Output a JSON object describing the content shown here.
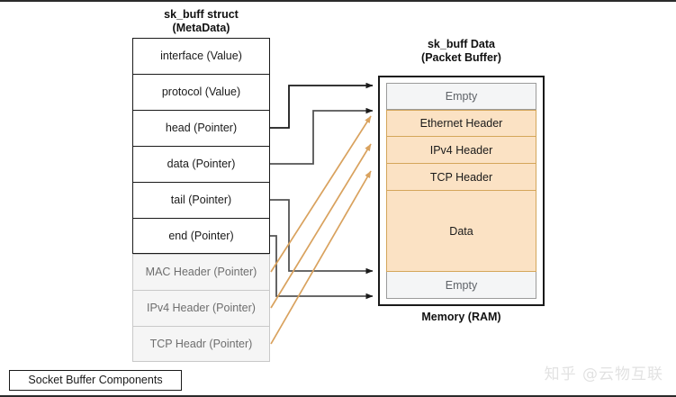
{
  "diagram": {
    "caption": "Socket Buffer Components",
    "watermark": "知乎 @云物互联",
    "colors": {
      "filled_fill": "#fbe2c4",
      "filled_border": "#d4a65a",
      "empty_fill": "#f4f5f6",
      "empty_border": "#9b9b9b",
      "pointer_arrow": "#1a1a1a",
      "header_arrow": "#d9a25e",
      "muted_text": "#6e6e6e"
    }
  },
  "struct_panel": {
    "title": "sk_buff struct\n(MetaData)",
    "rows": [
      {
        "label": "interface (Value)",
        "style": "solid"
      },
      {
        "label": "protocol (Value)",
        "style": "solid"
      },
      {
        "label": "head (Pointer)",
        "style": "solid"
      },
      {
        "label": "data (Pointer)",
        "style": "solid"
      },
      {
        "label": "tail (Pointer)",
        "style": "solid"
      },
      {
        "label": "end (Pointer)",
        "style": "solid"
      },
      {
        "label": "MAC Header (Pointer)",
        "style": "muted"
      },
      {
        "label": "IPv4 Header (Pointer)",
        "style": "muted"
      },
      {
        "label": "TCP Headr (Pointer)",
        "style": "muted"
      }
    ]
  },
  "memory_panel": {
    "title": "sk_buff Data\n(Packet Buffer)",
    "footer": "Memory (RAM)",
    "rows": [
      {
        "label": "Empty",
        "style": "empty",
        "height": 30
      },
      {
        "label": "Ethernet Header",
        "style": "filled",
        "height": 30
      },
      {
        "label": "IPv4 Header",
        "style": "filled",
        "height": 30
      },
      {
        "label": "TCP Header",
        "style": "filled",
        "height": 30
      },
      {
        "label": "Data",
        "style": "filled",
        "height": 90
      },
      {
        "label": "Empty",
        "style": "empty",
        "height": 30
      }
    ]
  },
  "connections": [
    {
      "from": "head (Pointer)",
      "to": "top of Empty",
      "color": "#1a1a1a"
    },
    {
      "from": "data (Pointer)",
      "to": "top of Ethernet Header",
      "color": "#1a1a1a"
    },
    {
      "from": "tail (Pointer)",
      "to": "end of Data",
      "color": "#1a1a1a"
    },
    {
      "from": "end (Pointer)",
      "to": "bottom of Empty",
      "color": "#1a1a1a"
    },
    {
      "from": "MAC Header (Pointer)",
      "to": "Ethernet Header",
      "color": "#d9a25e"
    },
    {
      "from": "IPv4 Header (Pointer)",
      "to": "IPv4 Header",
      "color": "#d9a25e"
    },
    {
      "from": "TCP Headr (Pointer)",
      "to": "TCP Header",
      "color": "#d9a25e"
    }
  ]
}
